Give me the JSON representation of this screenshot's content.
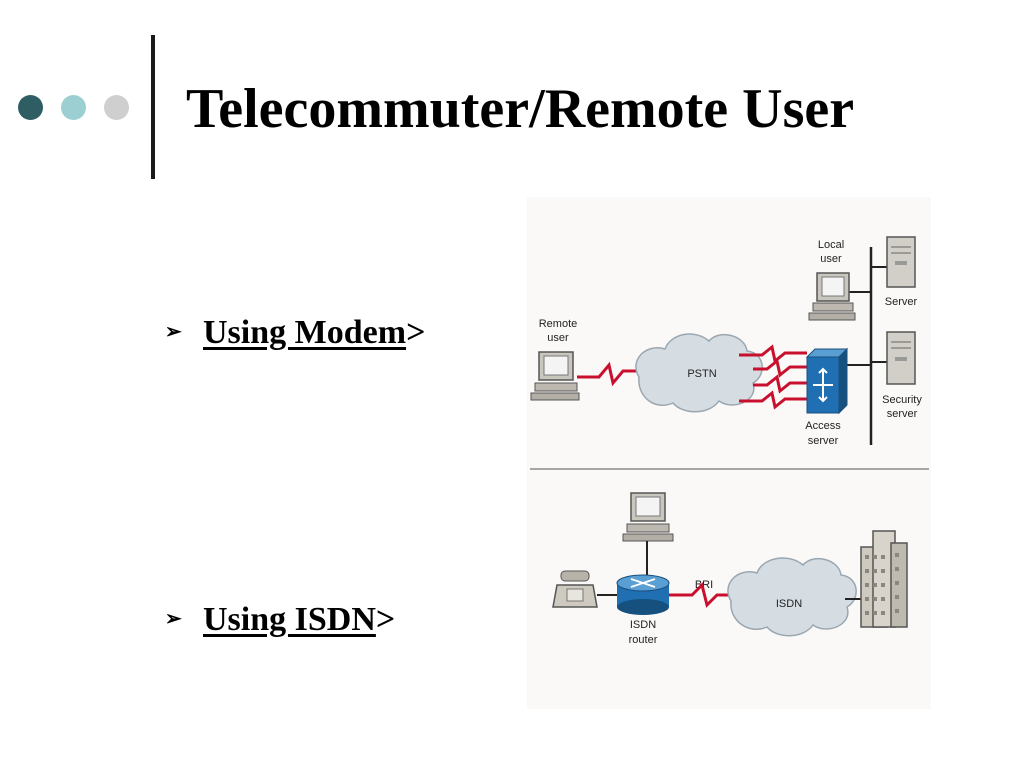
{
  "title": "Telecommuter/Remote User",
  "bullets": [
    {
      "marker": "➢",
      "label": "Using Modem",
      "suffix": ">"
    },
    {
      "marker": "➢",
      "label": "Using ISDN",
      "suffix": ">"
    }
  ],
  "diagram": {
    "modem": {
      "local_user": [
        "Local",
        "user"
      ],
      "remote_user": [
        "Remote",
        "user"
      ],
      "cloud": "PSTN",
      "access_server": [
        "Access",
        "server"
      ],
      "server": "Server",
      "security_server": [
        "Security",
        "server"
      ]
    },
    "isdn": {
      "bri": "BRI",
      "cloud": "ISDN",
      "router": [
        "ISDN",
        "router"
      ]
    }
  },
  "colors": {
    "dot_dark": "#2e5e63",
    "dot_mid": "#9ccfd1",
    "dot_light": "#cfcfcf",
    "serial_link": "#c8102e",
    "device_blue": "#1f6fb2",
    "cloud": "#d5dde3"
  }
}
